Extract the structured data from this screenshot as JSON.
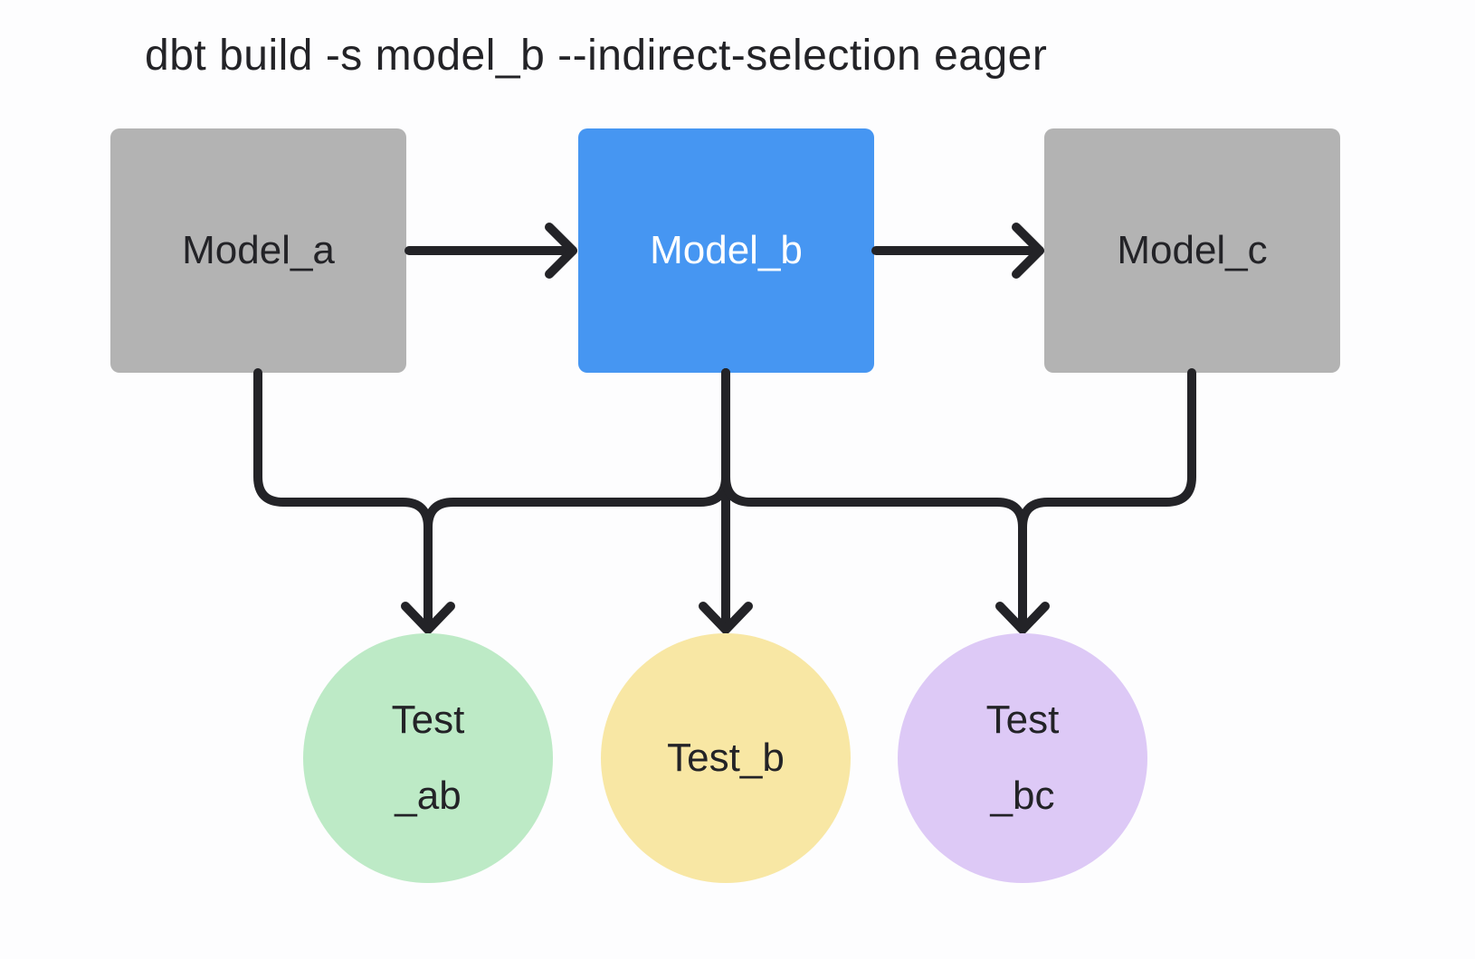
{
  "title": "dbt build -s model_b --indirect-selection eager",
  "colors": {
    "canvas-bg": "#fdfdfe",
    "model-default": "#b3b3b3",
    "model-selected": "#4696f2",
    "test-ab": "#bdeac6",
    "test-b": "#f8e7a4",
    "test-bc": "#ddc9f6",
    "edge": "#232327",
    "text-dark": "#232327",
    "text-light": "#ffffff"
  },
  "nodes": {
    "models": [
      {
        "id": "model_a",
        "label": "Model_a",
        "state": "default"
      },
      {
        "id": "model_b",
        "label": "Model_b",
        "state": "selected"
      },
      {
        "id": "model_c",
        "label": "Model_c",
        "state": "default"
      }
    ],
    "tests": [
      {
        "id": "test_ab",
        "label_line1": "Test",
        "label_line2": "_ab"
      },
      {
        "id": "test_b",
        "label_line1": "Test_b",
        "label_line2": ""
      },
      {
        "id": "test_bc",
        "label_line1": "Test",
        "label_line2": "_bc"
      }
    ]
  },
  "edges": [
    {
      "from": "model_a",
      "to": "model_b"
    },
    {
      "from": "model_b",
      "to": "model_c"
    },
    {
      "from": "model_a",
      "to": "test_ab"
    },
    {
      "from": "model_b",
      "to": "test_ab"
    },
    {
      "from": "model_b",
      "to": "test_b"
    },
    {
      "from": "model_b",
      "to": "test_bc"
    },
    {
      "from": "model_c",
      "to": "test_bc"
    }
  ]
}
